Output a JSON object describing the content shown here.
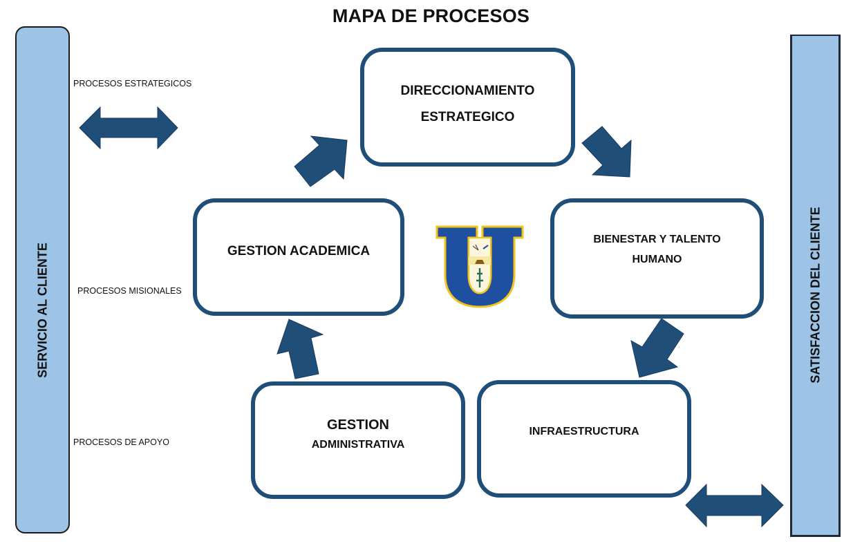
{
  "title": "MAPA DE PROCESOS",
  "side_bars": {
    "left": "SERVICIO AL CLIENTE",
    "right": "SATISFACCION DEL CLIENTE"
  },
  "levels": {
    "strategic": "PROCESOS ESTRATEGICOS",
    "missional": "PROCESOS MISIONALES",
    "support": "PROCESOS DE APOYO"
  },
  "processes": {
    "direccionamiento": {
      "line1": "DIRECCIONAMIENTO",
      "line2": "ESTRATEGICO"
    },
    "academica": {
      "line1": "GESTION ACADEMICA"
    },
    "bienestar": {
      "line1": "BIENESTAR Y TALENTO",
      "line2": "HUMANO"
    },
    "administrativa": {
      "line1": "GESTION",
      "line2": "ADMINISTRATIVA"
    },
    "infraestructura": {
      "line1": "INFRAESTRUCTURA"
    }
  },
  "logo": {
    "letter": "U",
    "description": "university shield logo"
  },
  "colors": {
    "box_border": "#1f4e79",
    "arrow": "#1f4e79",
    "side_bar_fill": "#9dc3e6",
    "logo_blue": "#1f4fa0",
    "logo_gold": "#f2c318"
  }
}
